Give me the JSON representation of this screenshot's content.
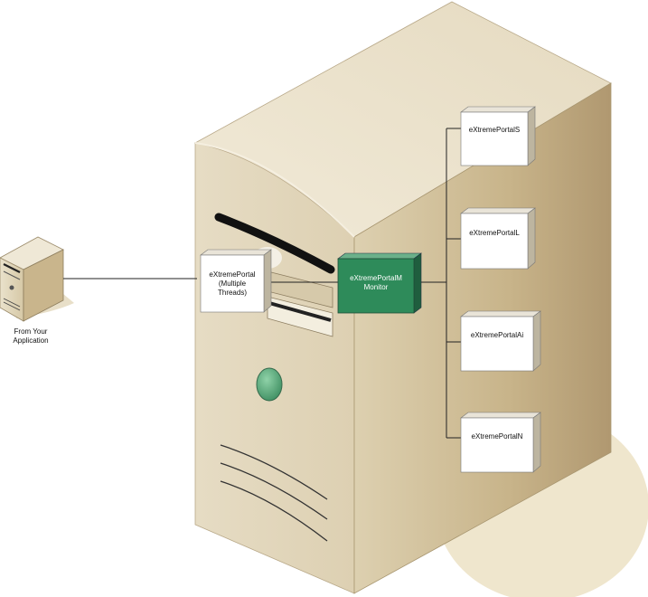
{
  "diagram": {
    "client": {
      "label_line1": "From Your",
      "label_line2": "Application"
    },
    "portal": {
      "line1": "eXtremePortal",
      "line2": "(Multiple",
      "line3": "Threads)"
    },
    "monitor": {
      "line1": "eXtremePortalM",
      "line2": "Monitor",
      "color": "#2e8b5a"
    },
    "components": [
      {
        "label": "eXtremePortalS"
      },
      {
        "label": "eXtremePortalL"
      },
      {
        "label": "eXtremePortalAi"
      },
      {
        "label": "eXtremePortalN"
      }
    ]
  }
}
